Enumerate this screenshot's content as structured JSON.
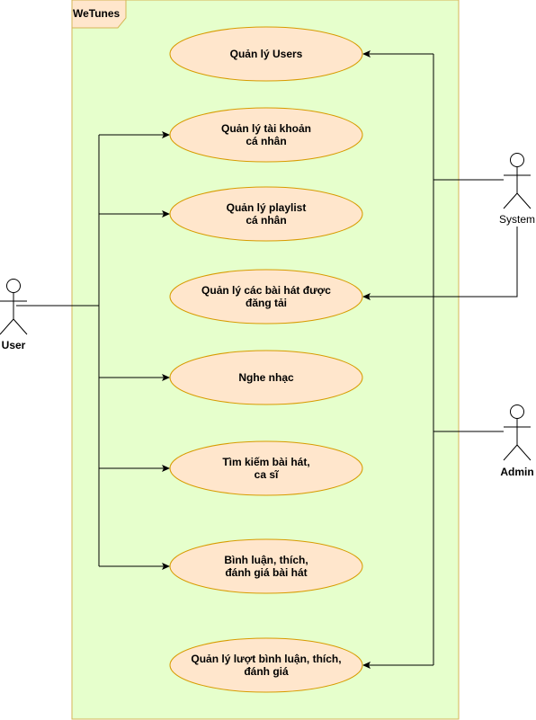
{
  "system": {
    "name": "WeTunes",
    "fill": "#e6ffcc",
    "border": "#d6b656"
  },
  "style": {
    "usecase_fill": "#ffe6cc",
    "usecase_stroke": "#d79b00"
  },
  "use_cases": [
    {
      "id": "manage-users",
      "lines": [
        "Quản lý Users"
      ]
    },
    {
      "id": "manage-personal-account",
      "lines": [
        "Quản lý tài khoản",
        "cá nhân"
      ]
    },
    {
      "id": "manage-personal-playlist",
      "lines": [
        "Quản lý playlist",
        "cá nhân"
      ]
    },
    {
      "id": "manage-uploaded-songs",
      "lines": [
        "Quản lý các bài hát được",
        "đăng tải"
      ]
    },
    {
      "id": "listen-music",
      "lines": [
        "Nghe nhạc"
      ]
    },
    {
      "id": "search-songs-singers",
      "lines": [
        "Tìm kiếm bài hát,",
        "ca sĩ"
      ]
    },
    {
      "id": "comment-like-rate",
      "lines": [
        "Bình luận, thích,",
        "đánh giá bài hát"
      ]
    },
    {
      "id": "manage-comments-likes-ratings",
      "lines": [
        "Quản lý lượt bình luận, thích,",
        "đánh giá"
      ]
    }
  ],
  "actors": [
    {
      "id": "user",
      "name": "User",
      "bold": true
    },
    {
      "id": "system",
      "name": "System",
      "bold": false
    },
    {
      "id": "admin",
      "name": "Admin",
      "bold": true
    }
  ],
  "associations": [
    {
      "actor": "user",
      "targets": [
        "manage-personal-account",
        "manage-personal-playlist",
        "listen-music",
        "search-songs-singers",
        "comment-like-rate"
      ]
    },
    {
      "actor": "system",
      "targets": [
        "manage-users",
        "manage-uploaded-songs"
      ]
    },
    {
      "actor": "admin",
      "targets": [
        "manage-users",
        "manage-comments-likes-ratings"
      ]
    }
  ]
}
